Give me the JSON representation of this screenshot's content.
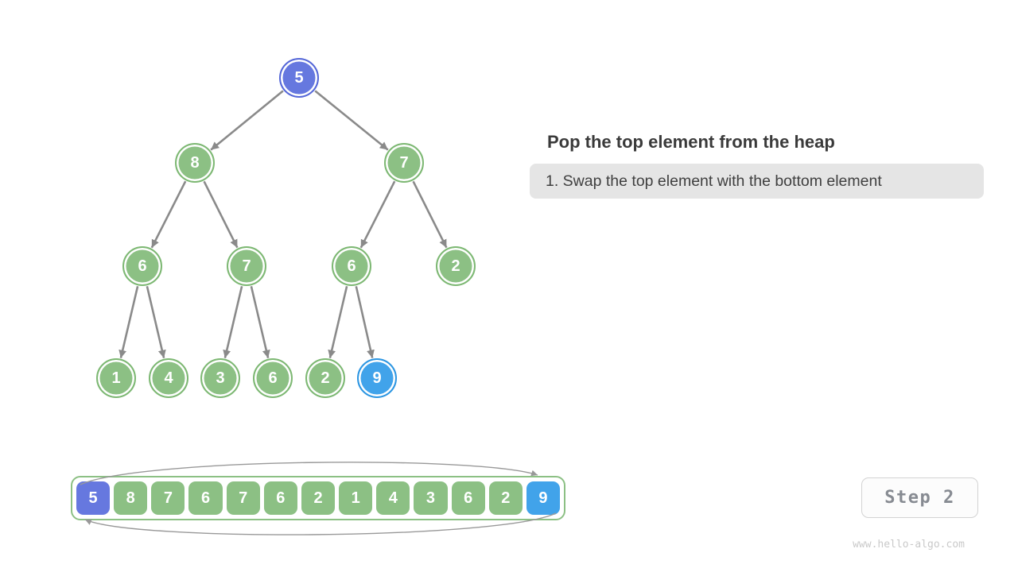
{
  "header": {
    "title": "Pop the top element from the heap"
  },
  "step_note": {
    "text": "1. Swap the top element with the bottom element"
  },
  "step_badge": {
    "label": "Step 2"
  },
  "footer": {
    "watermark": "www.hello-algo.com"
  },
  "colors": {
    "node-green": "#8cc084",
    "node-green-border": "#7db873",
    "node-purple": "#6678df",
    "node-purple-border": "#5567d8",
    "node-blue": "#41a3ea",
    "node-blue-border": "#2d96e2",
    "edge": "#8a8a8a",
    "swap-arrow": "#999999",
    "title-text": "#3a3a3a",
    "note-bg": "#e5e5e5",
    "note-text": "#404040",
    "badge-bg": "#fcfcfc",
    "badge-border": "#d3d3d3",
    "badge-text": "#878b92",
    "watermark-text": "#c9c9c9",
    "array-border": "#8cc084"
  },
  "tree": {
    "nodes": [
      {
        "value": "5",
        "style": "purple"
      },
      {
        "value": "8",
        "style": "green"
      },
      {
        "value": "7",
        "style": "green"
      },
      {
        "value": "6",
        "style": "green"
      },
      {
        "value": "7",
        "style": "green"
      },
      {
        "value": "6",
        "style": "green"
      },
      {
        "value": "2",
        "style": "green"
      },
      {
        "value": "1",
        "style": "green"
      },
      {
        "value": "4",
        "style": "green"
      },
      {
        "value": "3",
        "style": "green"
      },
      {
        "value": "6",
        "style": "green"
      },
      {
        "value": "2",
        "style": "green"
      },
      {
        "value": "9",
        "style": "blue"
      }
    ],
    "edges": [
      [
        0,
        1
      ],
      [
        0,
        2
      ],
      [
        1,
        3
      ],
      [
        1,
        4
      ],
      [
        2,
        5
      ],
      [
        2,
        6
      ],
      [
        3,
        7
      ],
      [
        3,
        8
      ],
      [
        4,
        9
      ],
      [
        4,
        10
      ],
      [
        5,
        11
      ],
      [
        5,
        12
      ]
    ]
  },
  "array": {
    "items": [
      {
        "value": "5",
        "style": "purple"
      },
      {
        "value": "8",
        "style": "green"
      },
      {
        "value": "7",
        "style": "green"
      },
      {
        "value": "6",
        "style": "green"
      },
      {
        "value": "7",
        "style": "green"
      },
      {
        "value": "6",
        "style": "green"
      },
      {
        "value": "2",
        "style": "green"
      },
      {
        "value": "1",
        "style": "green"
      },
      {
        "value": "4",
        "style": "green"
      },
      {
        "value": "3",
        "style": "green"
      },
      {
        "value": "6",
        "style": "green"
      },
      {
        "value": "2",
        "style": "green"
      },
      {
        "value": "9",
        "style": "blue"
      }
    ],
    "swap_indicator": {
      "from_index": 0,
      "to_index": 12
    }
  }
}
